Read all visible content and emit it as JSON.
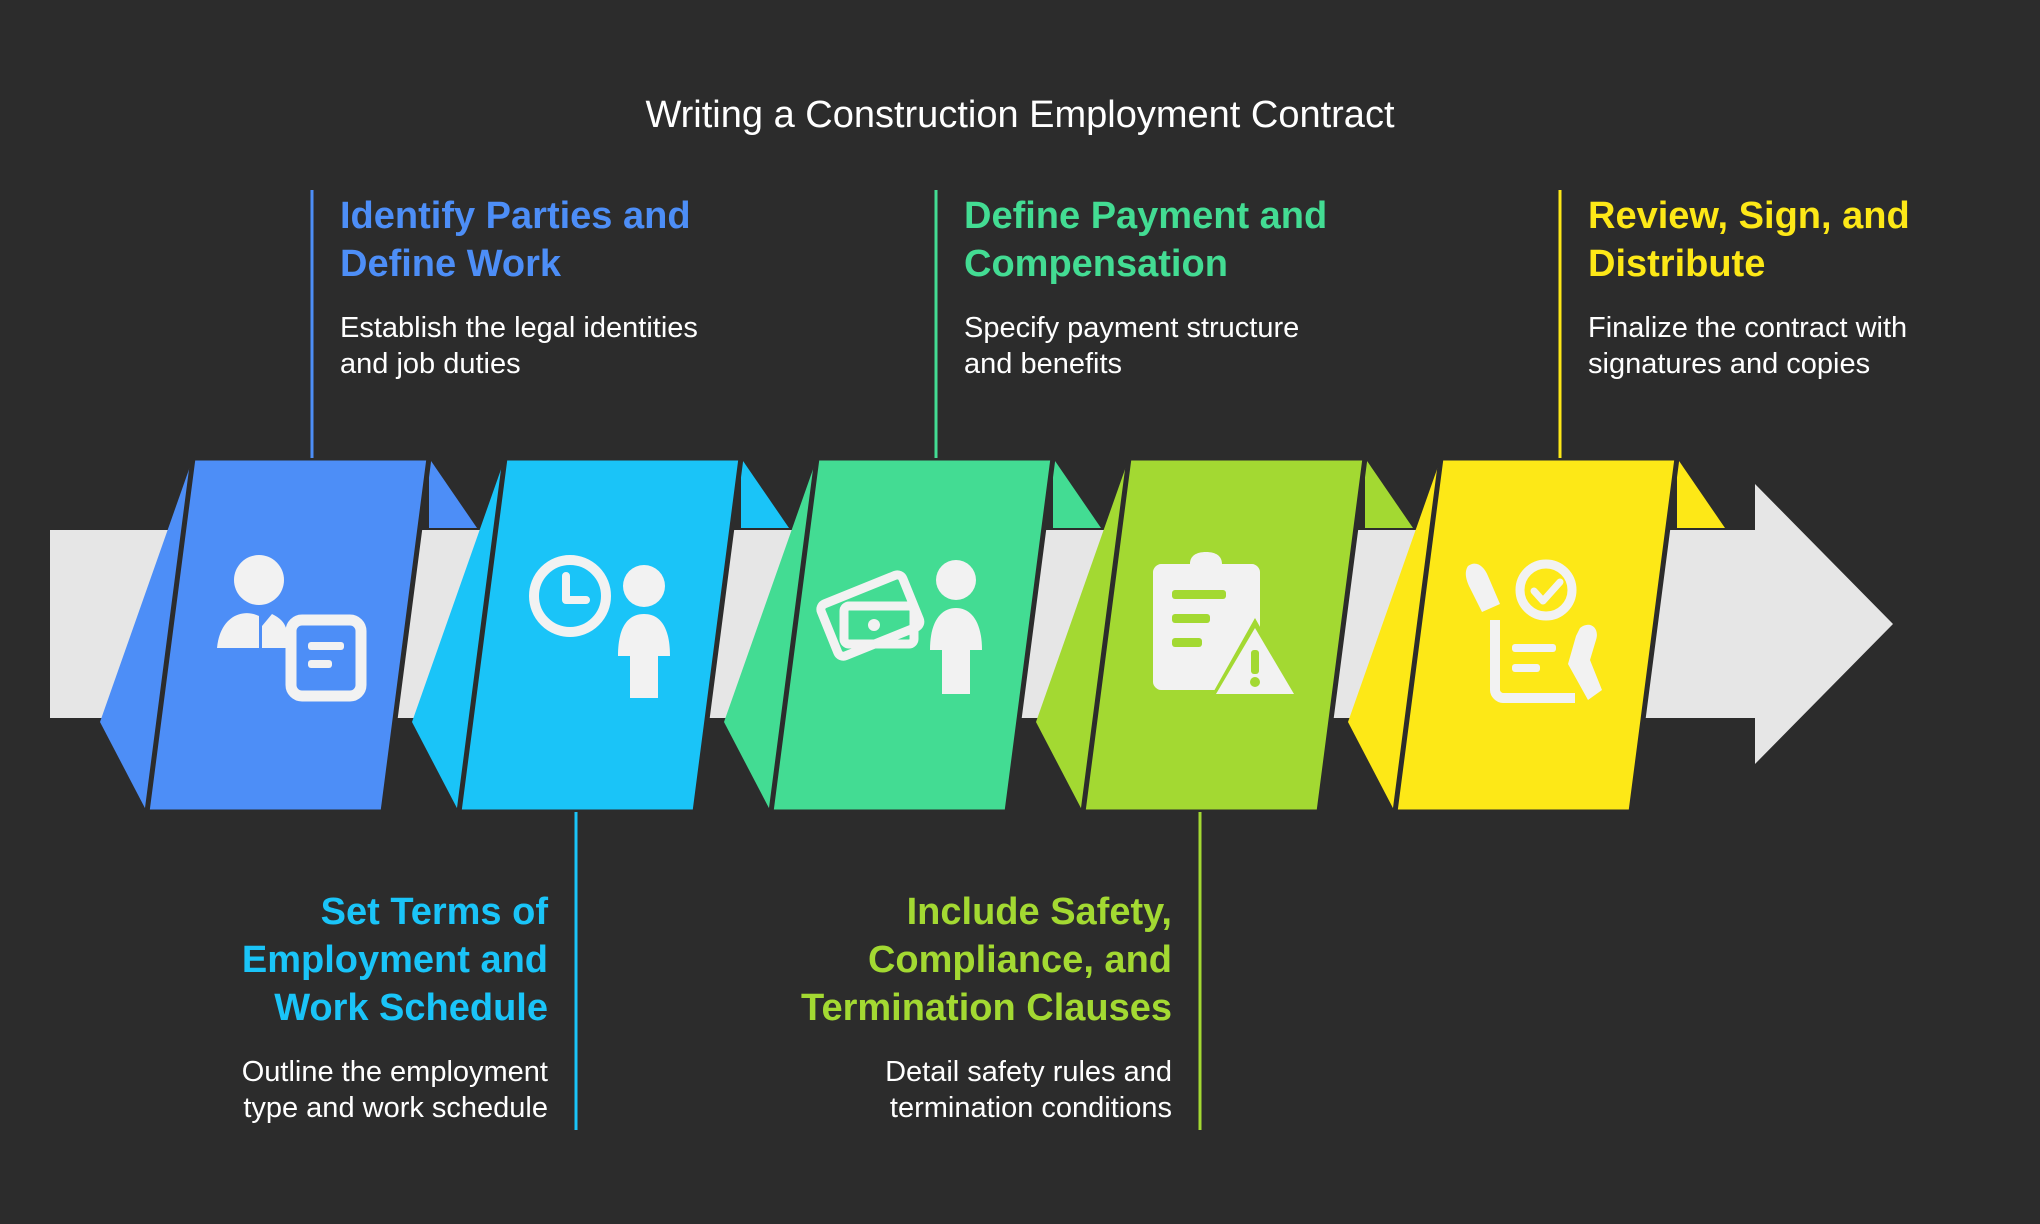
{
  "title": "Writing a Construction Employment Contract",
  "colors": {
    "background": "#2c2c2c",
    "arrow": "#e6e6e6",
    "blue": "#4d8ef7",
    "cyan": "#1ac4f8",
    "green": "#43dc93",
    "lime": "#a3d932",
    "yellow": "#fde817",
    "icon": "#f2f2f2"
  },
  "steps": [
    {
      "title_lines": [
        "Identify Parties and",
        "Define Work"
      ],
      "description_lines": [
        "Establish the legal identities",
        "and job duties"
      ],
      "icon": "person-document-icon",
      "color": "#4d8ef7"
    },
    {
      "title_lines": [
        "Set Terms of",
        "Employment and",
        "Work Schedule"
      ],
      "description_lines": [
        "Outline the employment",
        "type and work schedule"
      ],
      "icon": "clock-person-icon",
      "color": "#1ac4f8"
    },
    {
      "title_lines": [
        "Define Payment and",
        "Compensation"
      ],
      "description_lines": [
        "Specify payment structure",
        "and benefits"
      ],
      "icon": "money-person-icon",
      "color": "#43dc93"
    },
    {
      "title_lines": [
        "Include Safety,",
        "Compliance, and",
        "Termination Clauses"
      ],
      "description_lines": [
        "Detail safety rules and",
        "termination conditions"
      ],
      "icon": "clipboard-warning-icon",
      "color": "#a3d932"
    },
    {
      "title_lines": [
        "Review, Sign, and",
        "Distribute"
      ],
      "description_lines": [
        "Finalize the contract with",
        "signatures and copies"
      ],
      "icon": "signed-document-icon",
      "color": "#fde817"
    }
  ]
}
